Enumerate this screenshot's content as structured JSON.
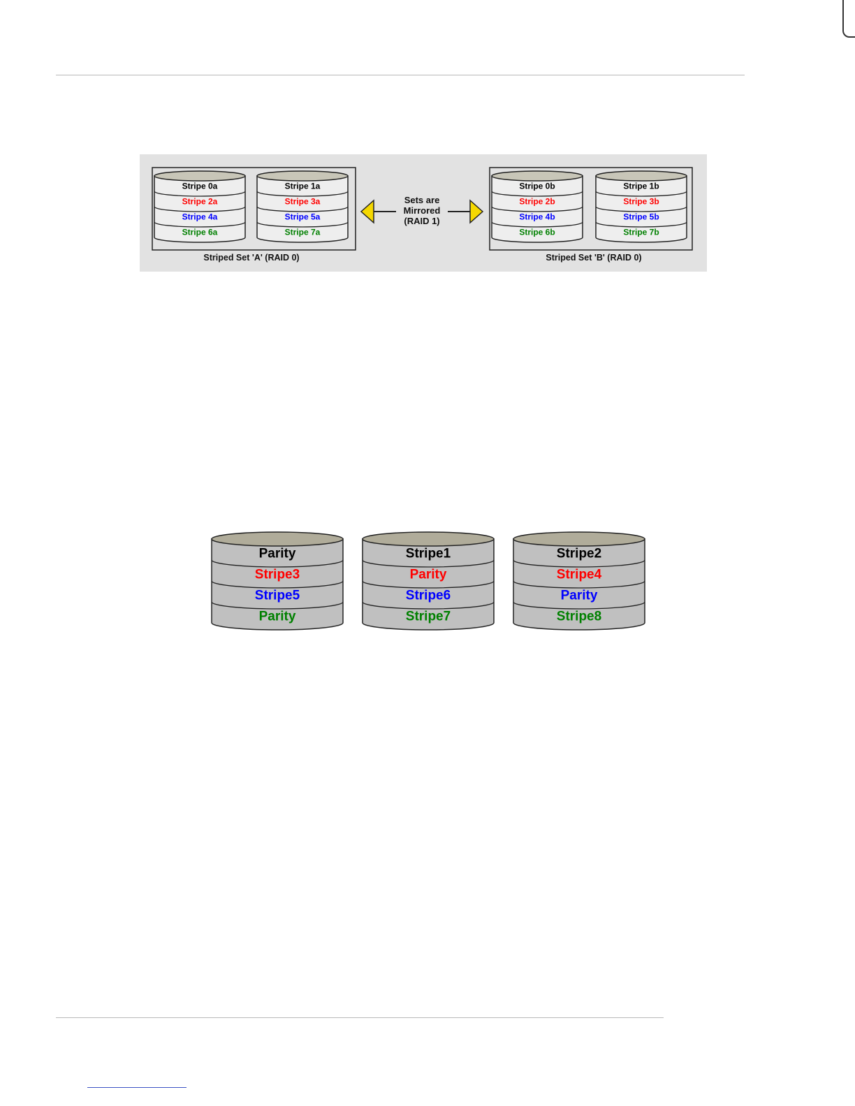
{
  "raid10": {
    "set_a": {
      "caption": "Striped Set 'A' (RAID 0)",
      "disks": [
        {
          "stripes": [
            "Stripe 0a",
            "Stripe 2a",
            "Stripe 4a",
            "Stripe 6a"
          ]
        },
        {
          "stripes": [
            "Stripe 1a",
            "Stripe 3a",
            "Stripe 5a",
            "Stripe 7a"
          ]
        }
      ]
    },
    "set_b": {
      "caption": "Striped Set 'B' (RAID 0)",
      "disks": [
        {
          "stripes": [
            "Stripe 0b",
            "Stripe 2b",
            "Stripe 4b",
            "Stripe 6b"
          ]
        },
        {
          "stripes": [
            "Stripe 1b",
            "Stripe 3b",
            "Stripe 5b",
            "Stripe 7b"
          ]
        }
      ]
    },
    "mirror_label": [
      "Sets are",
      "Mirrored",
      "(RAID 1)"
    ]
  },
  "raid5": {
    "disks": [
      {
        "stripes": [
          "Parity",
          "Stripe3",
          "Stripe5",
          "Parity"
        ]
      },
      {
        "stripes": [
          "Stripe1",
          "Parity",
          "Stripe6",
          "Stripe7"
        ]
      },
      {
        "stripes": [
          "Stripe2",
          "Stripe4",
          "Parity",
          "Stripe8"
        ]
      }
    ]
  },
  "colors": {
    "row0": "#000000",
    "row1": "#ff0000",
    "row2": "#0000ff",
    "row3": "#008000",
    "arrow_fill": "#f5d800",
    "panel_bg": "#e2e2e2",
    "disk_fill": "#eeeeee",
    "disk_top": "#c8c6b8",
    "disk5_fill": "#c0c0c0",
    "disk5_top": "#b0ac9a"
  }
}
